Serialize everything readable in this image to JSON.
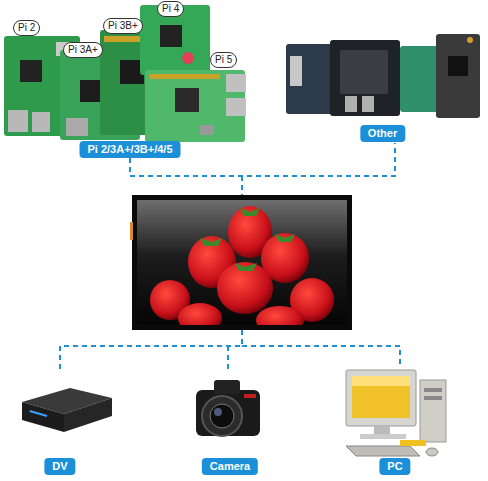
{
  "diagram": {
    "nodes": [
      {
        "text": [
          "Pi 2/3A+/3B+/4/5"
        ]
      },
      {
        "text": [
          "Pi 2"
        ],
        "in": 0
      },
      {
        "text": [
          "Pi 3A+"
        ],
        "in": 0
      },
      {
        "text": [
          "Pi 3B+"
        ],
        "in": 0
      },
      {
        "text": [
          "Pi 4"
        ],
        "in": 0
      },
      {
        "text": [
          "Pi 5"
        ],
        "in": 0
      },
      {
        "text": [
          "Other"
        ]
      },
      {
        "text": [
          "DV"
        ]
      },
      {
        "text": [
          "Camera"
        ]
      },
      {
        "text": [
          "PC"
        ]
      }
    ]
  }
}
